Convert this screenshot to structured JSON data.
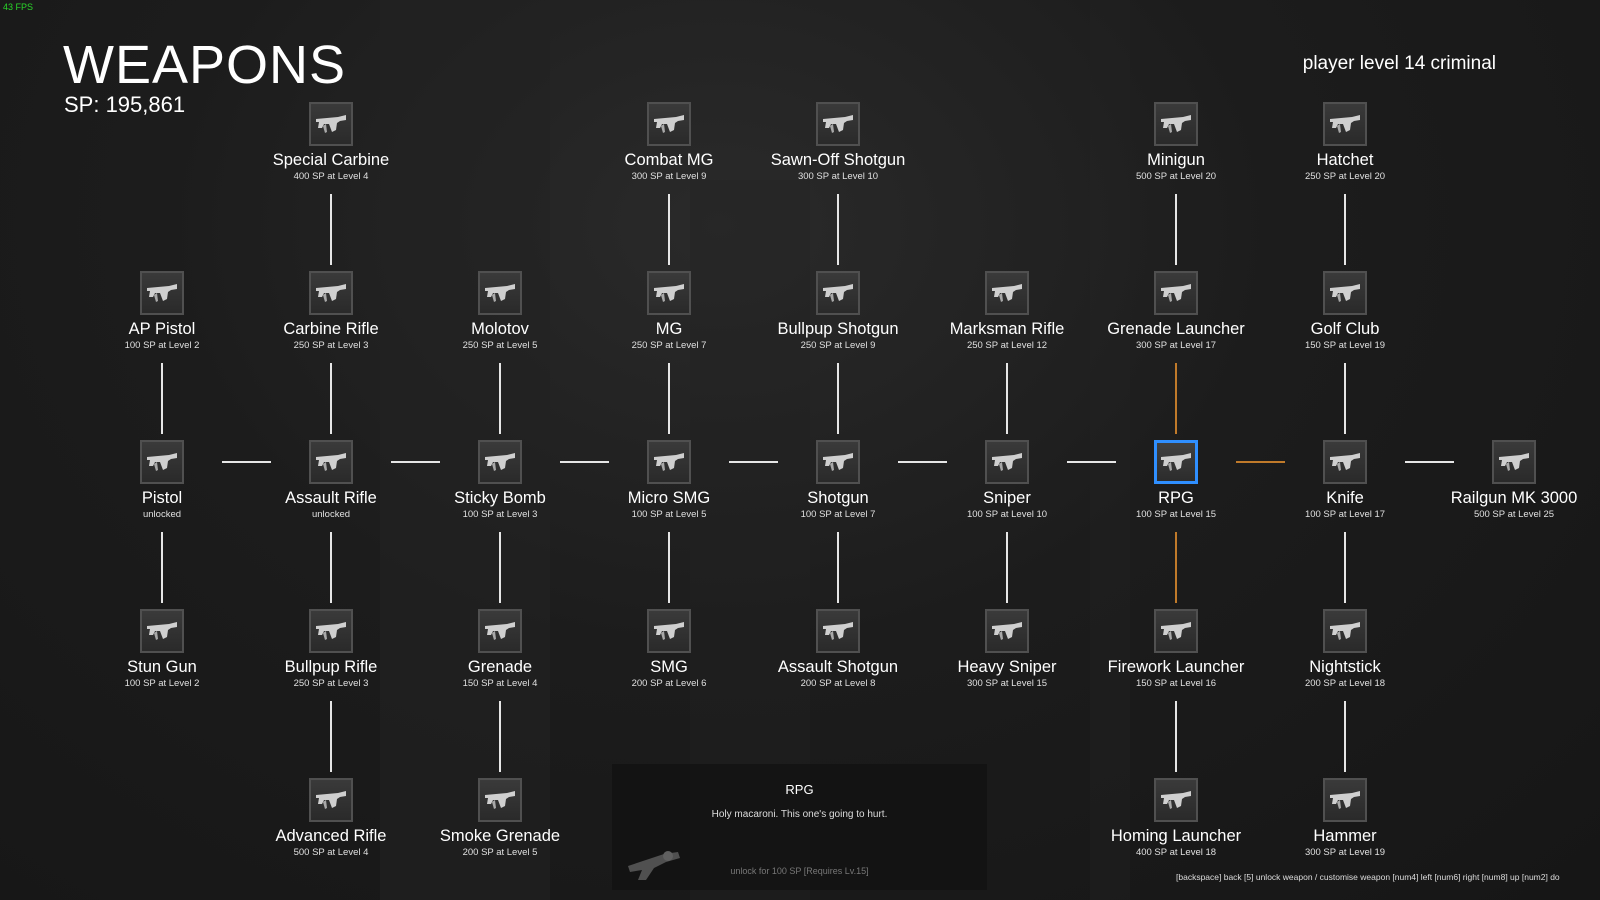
{
  "hud": {
    "fps": "43 FPS"
  },
  "header": {
    "title": "WEAPONS",
    "sp": "SP: 195,861",
    "player_level": "player level 14 criminal"
  },
  "weapons": [
    {
      "id": "special-carbine",
      "name": "Special Carbine",
      "cost": "400 SP at Level 4",
      "icon": "gun-icon"
    },
    {
      "id": "combat-mg",
      "name": "Combat MG",
      "cost": "300 SP at Level 9",
      "icon": "gun-icon"
    },
    {
      "id": "sawn-off-shotgun",
      "name": "Sawn-Off Shotgun",
      "cost": "300 SP at Level 10",
      "icon": "gun-icon"
    },
    {
      "id": "minigun",
      "name": "Minigun",
      "cost": "500 SP at Level 20",
      "icon": "gun-icon"
    },
    {
      "id": "hatchet",
      "name": "Hatchet",
      "cost": "250 SP at Level 20",
      "icon": "gun-icon"
    },
    {
      "id": "ap-pistol",
      "name": "AP Pistol",
      "cost": "100 SP at Level 2",
      "icon": "gun-icon"
    },
    {
      "id": "carbine-rifle",
      "name": "Carbine Rifle",
      "cost": "250 SP at Level 3",
      "icon": "gun-icon"
    },
    {
      "id": "molotov",
      "name": "Molotov",
      "cost": "250 SP at Level 5",
      "icon": "gun-icon"
    },
    {
      "id": "mg",
      "name": "MG",
      "cost": "250 SP at Level 7",
      "icon": "gun-icon"
    },
    {
      "id": "bullpup-shotgun",
      "name": "Bullpup Shotgun",
      "cost": "250 SP at Level 9",
      "icon": "gun-icon"
    },
    {
      "id": "marksman-rifle",
      "name": "Marksman Rifle",
      "cost": "250 SP at Level 12",
      "icon": "gun-icon"
    },
    {
      "id": "grenade-launcher",
      "name": "Grenade Launcher",
      "cost": "300 SP at Level 17",
      "icon": "gun-icon"
    },
    {
      "id": "golf-club",
      "name": "Golf Club",
      "cost": "150 SP at Level 19",
      "icon": "gun-icon"
    },
    {
      "id": "pistol",
      "name": "Pistol",
      "cost": "unlocked",
      "icon": "gun-icon"
    },
    {
      "id": "assault-rifle",
      "name": "Assault Rifle",
      "cost": "unlocked",
      "icon": "gun-icon"
    },
    {
      "id": "sticky-bomb",
      "name": "Sticky Bomb",
      "cost": "100 SP at Level 3",
      "icon": "gun-icon"
    },
    {
      "id": "micro-smg",
      "name": "Micro SMG",
      "cost": "100 SP at Level 5",
      "icon": "gun-icon"
    },
    {
      "id": "shotgun",
      "name": "Shotgun",
      "cost": "100 SP at Level 7",
      "icon": "gun-icon"
    },
    {
      "id": "sniper",
      "name": "Sniper",
      "cost": "100 SP at Level 10",
      "icon": "gun-icon"
    },
    {
      "id": "rpg",
      "name": "RPG",
      "cost": "100 SP at Level 15",
      "icon": "gun-icon",
      "selected": true
    },
    {
      "id": "knife",
      "name": "Knife",
      "cost": "100 SP at Level 17",
      "icon": "gun-icon"
    },
    {
      "id": "railgun-mk-3000",
      "name": "Railgun MK 3000",
      "cost": "500 SP at Level 25",
      "icon": "gun-icon"
    },
    {
      "id": "stun-gun",
      "name": "Stun Gun",
      "cost": "100 SP at Level 2",
      "icon": "gun-icon"
    },
    {
      "id": "bullpup-rifle",
      "name": "Bullpup Rifle",
      "cost": "250 SP at Level 3",
      "icon": "gun-icon"
    },
    {
      "id": "grenade",
      "name": "Grenade",
      "cost": "150 SP at Level 4",
      "icon": "gun-icon"
    },
    {
      "id": "smg",
      "name": "SMG",
      "cost": "200 SP at Level 6",
      "icon": "gun-icon"
    },
    {
      "id": "assault-shotgun",
      "name": "Assault Shotgun",
      "cost": "200 SP at Level 8",
      "icon": "gun-icon"
    },
    {
      "id": "heavy-sniper",
      "name": "Heavy Sniper",
      "cost": "300 SP at Level 15",
      "icon": "gun-icon"
    },
    {
      "id": "firework-launcher",
      "name": "Firework Launcher",
      "cost": "150 SP at Level 16",
      "icon": "gun-icon"
    },
    {
      "id": "nightstick",
      "name": "Nightstick",
      "cost": "200 SP at Level 18",
      "icon": "gun-icon"
    },
    {
      "id": "advanced-rifle",
      "name": "Advanced Rifle",
      "cost": "500 SP at Level 4",
      "icon": "gun-icon"
    },
    {
      "id": "smoke-grenade",
      "name": "Smoke Grenade",
      "cost": "200 SP at Level 5",
      "icon": "gun-icon"
    },
    {
      "id": "homing-launcher",
      "name": "Homing Launcher",
      "cost": "400 SP at Level 18",
      "icon": "gun-icon"
    },
    {
      "id": "hammer",
      "name": "Hammer",
      "cost": "300 SP at Level 19",
      "icon": "gun-icon"
    }
  ],
  "connections": [
    [
      "pistol",
      "assault-rifle"
    ],
    [
      "assault-rifle",
      "sticky-bomb"
    ],
    [
      "sticky-bomb",
      "micro-smg"
    ],
    [
      "micro-smg",
      "shotgun"
    ],
    [
      "shotgun",
      "sniper"
    ],
    [
      "sniper",
      "rpg"
    ],
    [
      "rpg",
      "knife",
      "highlight"
    ],
    [
      "knife",
      "railgun-mk-3000"
    ],
    [
      "special-carbine",
      "carbine-rifle"
    ],
    [
      "combat-mg",
      "mg"
    ],
    [
      "sawn-off-shotgun",
      "bullpup-shotgun"
    ],
    [
      "minigun",
      "grenade-launcher"
    ],
    [
      "hatchet",
      "golf-club"
    ],
    [
      "ap-pistol",
      "pistol"
    ],
    [
      "carbine-rifle",
      "assault-rifle"
    ],
    [
      "molotov",
      "sticky-bomb"
    ],
    [
      "mg",
      "micro-smg"
    ],
    [
      "bullpup-shotgun",
      "shotgun"
    ],
    [
      "marksman-rifle",
      "sniper"
    ],
    [
      "grenade-launcher",
      "rpg",
      "highlight"
    ],
    [
      "golf-club",
      "knife"
    ],
    [
      "pistol",
      "stun-gun"
    ],
    [
      "assault-rifle",
      "bullpup-rifle"
    ],
    [
      "sticky-bomb",
      "grenade"
    ],
    [
      "micro-smg",
      "smg"
    ],
    [
      "shotgun",
      "assault-shotgun"
    ],
    [
      "sniper",
      "heavy-sniper"
    ],
    [
      "rpg",
      "firework-launcher",
      "highlight"
    ],
    [
      "knife",
      "nightstick"
    ],
    [
      "bullpup-rifle",
      "advanced-rifle"
    ],
    [
      "grenade",
      "smoke-grenade"
    ],
    [
      "firework-launcher",
      "homing-launcher"
    ],
    [
      "nightstick",
      "hammer"
    ]
  ],
  "colors": {
    "link": "#e6e6e6",
    "link_highlight": "#c07a2a",
    "selected_border": "#2f8fff"
  },
  "info_panel": {
    "title": "RPG",
    "description": "Holy macaroni. This one's going to hurt.",
    "unlock": "unlock for 100 SP [Requires Lv.15]",
    "image_icon": "rpg-silhouette-icon"
  },
  "footer": {
    "controls": "[backspace] back [5] unlock weapon / customise weapon [num4] left [num6] right  [num8] up [num2] do"
  }
}
